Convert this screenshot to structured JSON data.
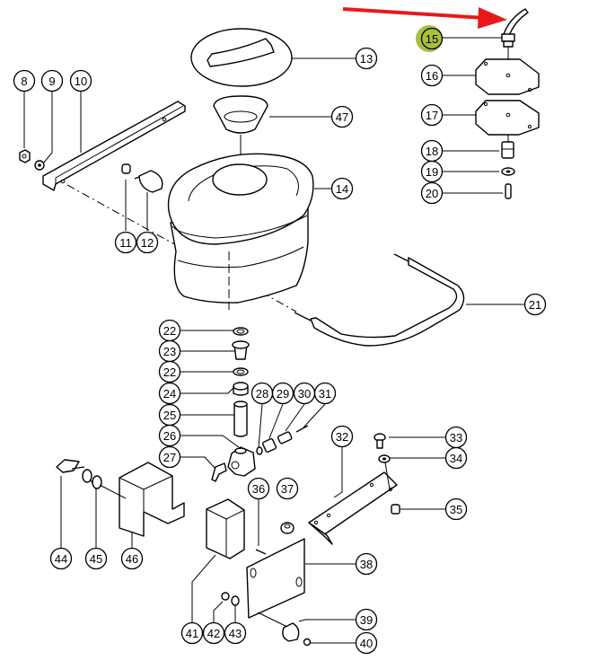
{
  "diagram": {
    "title": "Exploded parts diagram",
    "highlighted_part": "15",
    "highlight_color": "#a8bf3f",
    "arrow_color": "#e8191a",
    "callouts": [
      {
        "id": "c8",
        "label": "8"
      },
      {
        "id": "c9",
        "label": "9"
      },
      {
        "id": "c10",
        "label": "10"
      },
      {
        "id": "c11",
        "label": "11"
      },
      {
        "id": "c12",
        "label": "12"
      },
      {
        "id": "c13",
        "label": "13"
      },
      {
        "id": "c14",
        "label": "14"
      },
      {
        "id": "c15",
        "label": "15"
      },
      {
        "id": "c16",
        "label": "16"
      },
      {
        "id": "c17",
        "label": "17"
      },
      {
        "id": "c18",
        "label": "18"
      },
      {
        "id": "c19",
        "label": "19"
      },
      {
        "id": "c20",
        "label": "20"
      },
      {
        "id": "c21",
        "label": "21"
      },
      {
        "id": "c22a",
        "label": "22"
      },
      {
        "id": "c23",
        "label": "23"
      },
      {
        "id": "c22b",
        "label": "22"
      },
      {
        "id": "c24",
        "label": "24"
      },
      {
        "id": "c25",
        "label": "25"
      },
      {
        "id": "c26",
        "label": "26"
      },
      {
        "id": "c27",
        "label": "27"
      },
      {
        "id": "c28",
        "label": "28"
      },
      {
        "id": "c29",
        "label": "29"
      },
      {
        "id": "c30",
        "label": "30"
      },
      {
        "id": "c31",
        "label": "31"
      },
      {
        "id": "c32",
        "label": "32"
      },
      {
        "id": "c33",
        "label": "33"
      },
      {
        "id": "c34",
        "label": "34"
      },
      {
        "id": "c35",
        "label": "35"
      },
      {
        "id": "c36",
        "label": "36"
      },
      {
        "id": "c37",
        "label": "37"
      },
      {
        "id": "c38",
        "label": "38"
      },
      {
        "id": "c39",
        "label": "39"
      },
      {
        "id": "c40",
        "label": "40"
      },
      {
        "id": "c41",
        "label": "41"
      },
      {
        "id": "c42",
        "label": "42"
      },
      {
        "id": "c43",
        "label": "43"
      },
      {
        "id": "c44",
        "label": "44"
      },
      {
        "id": "c45",
        "label": "45"
      },
      {
        "id": "c46",
        "label": "46"
      },
      {
        "id": "c47",
        "label": "47"
      }
    ]
  }
}
